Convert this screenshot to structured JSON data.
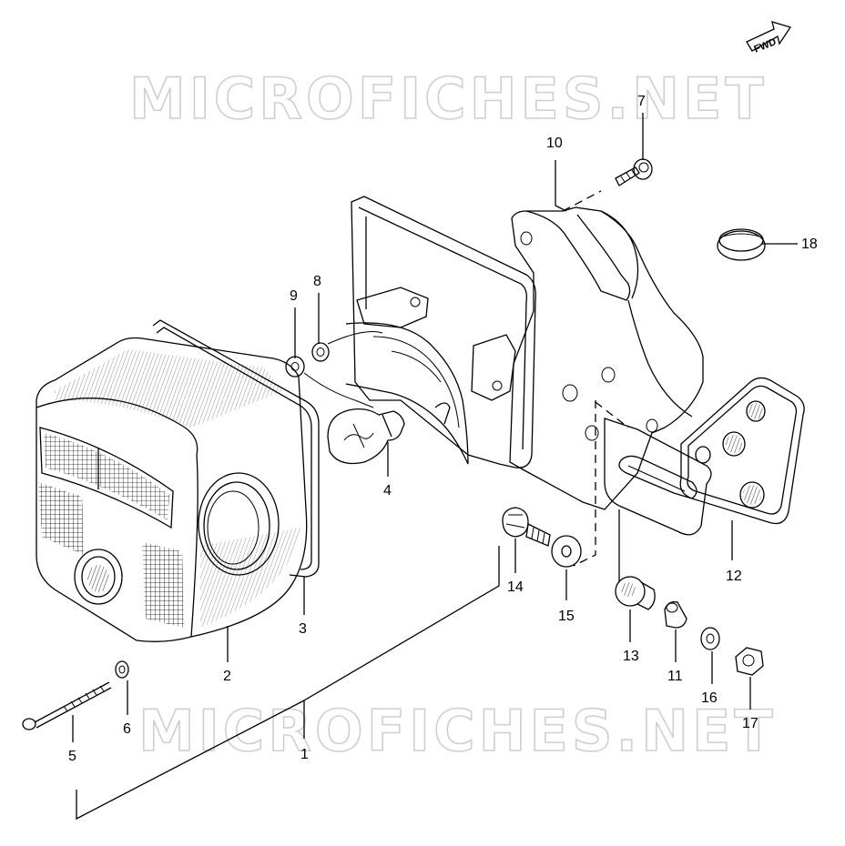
{
  "watermark": {
    "top": "MICROFICHES.NET",
    "bottom": "MICROFICHES.NET"
  },
  "badge": {
    "text": "FWD"
  },
  "callouts": [
    {
      "id": "c1",
      "text": "1"
    },
    {
      "id": "c2",
      "text": "2"
    },
    {
      "id": "c3",
      "text": "3"
    },
    {
      "id": "c4",
      "text": "4"
    },
    {
      "id": "c5",
      "text": "5"
    },
    {
      "id": "c6",
      "text": "6"
    },
    {
      "id": "c7",
      "text": "7"
    },
    {
      "id": "c8",
      "text": "8"
    },
    {
      "id": "c9",
      "text": "9"
    },
    {
      "id": "c10",
      "text": "10"
    },
    {
      "id": "c11",
      "text": "11"
    },
    {
      "id": "c12",
      "text": "12"
    },
    {
      "id": "c13",
      "text": "13"
    },
    {
      "id": "c14",
      "text": "14"
    },
    {
      "id": "c15",
      "text": "15"
    },
    {
      "id": "c16",
      "text": "16"
    },
    {
      "id": "c17",
      "text": "17"
    },
    {
      "id": "c18",
      "text": "18"
    }
  ]
}
